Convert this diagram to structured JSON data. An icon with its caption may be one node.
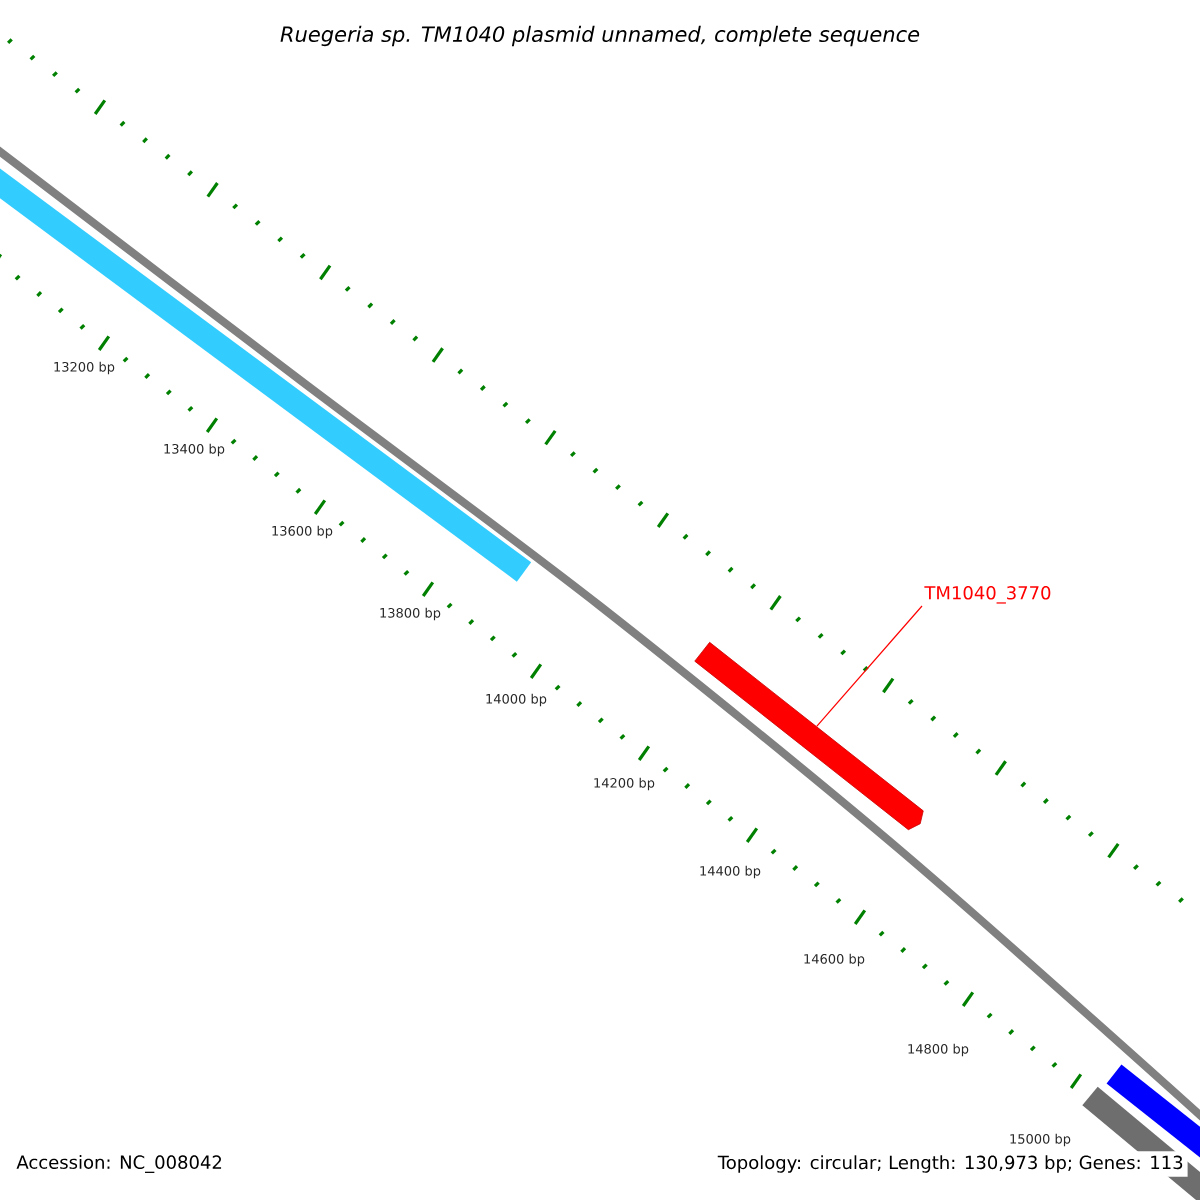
{
  "diagram": {
    "title": "Ruegeria sp. TM1040 plasmid unnamed, complete sequence",
    "nodes": [
      {
        "text": [
          "TM1040_3770"
        ]
      },
      {
        "text": [],
        "shape": "bar"
      }
    ],
    "edges": [
      {
        "from": 0,
        "to": 1,
        "arrow": "none",
        "color": "#ff0000"
      }
    ],
    "labels": [
      "13200 bp",
      "13400 bp",
      "13600 bp",
      "13800 bp",
      "14000 bp",
      "14200 bp",
      "14400 bp",
      "14600 bp",
      "14800 bp",
      "15000 bp",
      "Accession: NC_008042",
      "Topology: circular; Length: 130,973 bp; Genes: 113"
    ]
  }
}
